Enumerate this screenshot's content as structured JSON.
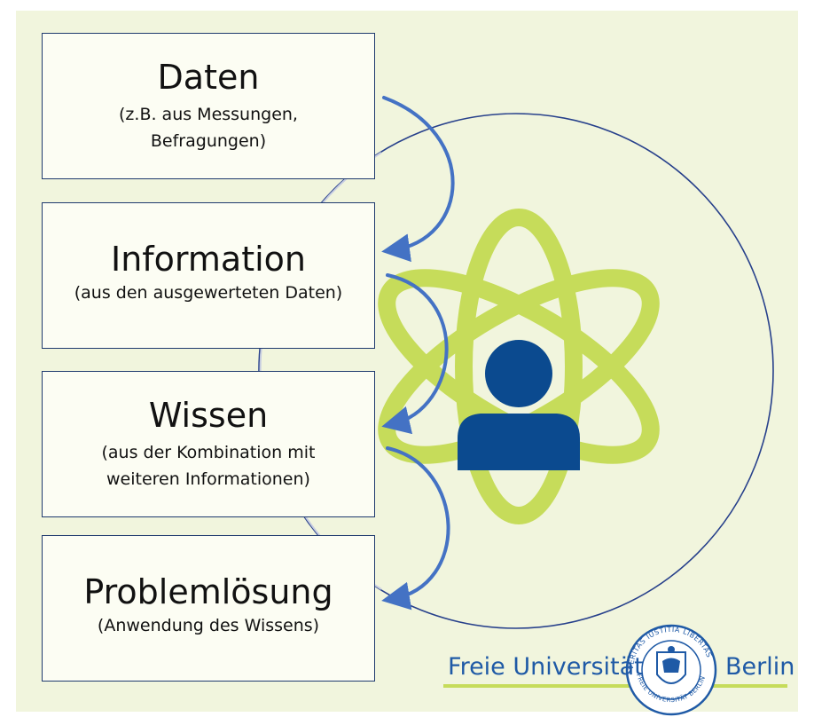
{
  "boxes": [
    {
      "title": "Daten",
      "subtitle": "(z.B. aus Messungen,\nBefragungen)"
    },
    {
      "title": "Information",
      "subtitle": "(aus den ausgewerteten Daten)"
    },
    {
      "title": "Wissen",
      "subtitle": "(aus der Kombination mit\nweiteren Informationen)"
    },
    {
      "title": "Problemlösung",
      "subtitle": "(Anwendung des Wissens)"
    }
  ],
  "logo": {
    "left_text": "Freie Universität",
    "right_text": "Berlin",
    "seal_text": "VERITAS IUSTITIA LIBERTAS · FREIE UNIVERSITÄT BERLIN"
  },
  "colors": {
    "background": "#f1f5dd",
    "box_border": "#1f3a6e",
    "arrow": "#4472c4",
    "atom": "#c6dc5a",
    "person": "#0b4a8f",
    "brand": "#1f5aa6"
  },
  "icons": [
    "atom-icon",
    "person-icon",
    "curved-arrow-icon",
    "university-seal-icon"
  ]
}
